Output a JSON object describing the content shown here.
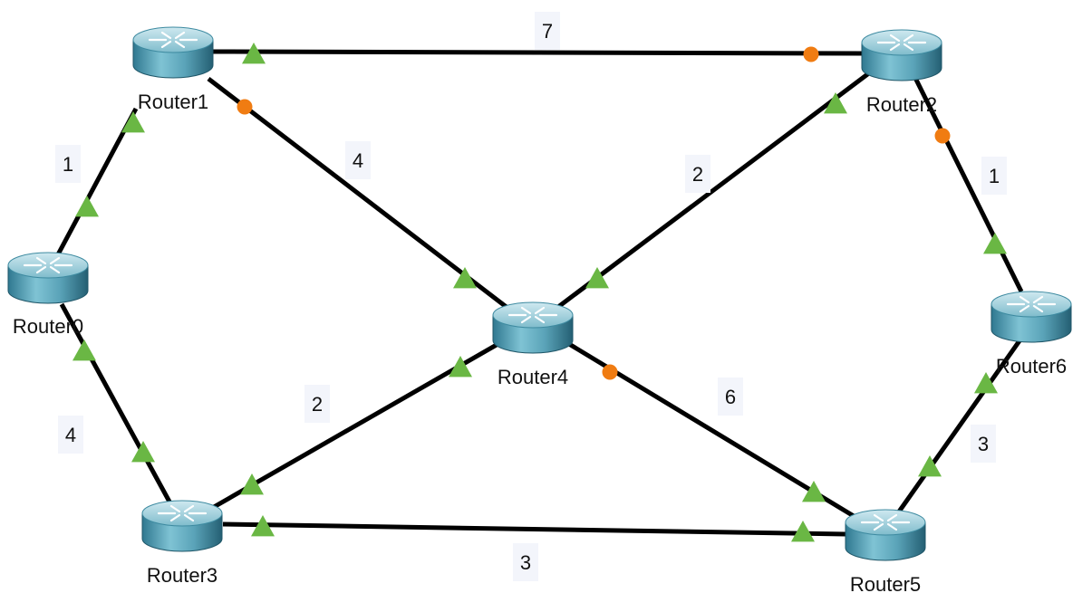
{
  "colors": {
    "link": "#000000",
    "port_up": "#6ab744",
    "port_blocking": "#f07c12",
    "router_body": "#5aa3b8",
    "label_bg": "#f3f5fb"
  },
  "routers": [
    {
      "id": "r0",
      "label": "Router0",
      "icon": "router-icon"
    },
    {
      "id": "r1",
      "label": "Router1",
      "icon": "router-icon"
    },
    {
      "id": "r2",
      "label": "Router2",
      "icon": "router-icon"
    },
    {
      "id": "r3",
      "label": "Router3",
      "icon": "router-icon"
    },
    {
      "id": "r4",
      "label": "Router4",
      "icon": "router-icon"
    },
    {
      "id": "r5",
      "label": "Router5",
      "icon": "router-icon"
    },
    {
      "id": "r6",
      "label": "Router6",
      "icon": "router-icon"
    }
  ],
  "links": [
    {
      "id": "r0-r1",
      "from": "Router0",
      "to": "Router1",
      "cost": "1",
      "from_port": "up",
      "to_port": "up"
    },
    {
      "id": "r1-r2",
      "from": "Router1",
      "to": "Router2",
      "cost": "7",
      "from_port": "up",
      "to_port": "blocking"
    },
    {
      "id": "r1-r4",
      "from": "Router1",
      "to": "Router4",
      "cost": "4",
      "from_port": "blocking",
      "to_port": "up"
    },
    {
      "id": "r2-r4",
      "from": "Router2",
      "to": "Router4",
      "cost": "2",
      "from_port": "up",
      "to_port": "up"
    },
    {
      "id": "r2-r6",
      "from": "Router2",
      "to": "Router6",
      "cost": "1",
      "from_port": "blocking",
      "to_port": "up"
    },
    {
      "id": "r0-r3",
      "from": "Router0",
      "to": "Router3",
      "cost": "4",
      "from_port": "up",
      "to_port": "up"
    },
    {
      "id": "r3-r4",
      "from": "Router3",
      "to": "Router4",
      "cost": "2",
      "from_port": "up",
      "to_port": "up"
    },
    {
      "id": "r4-r5",
      "from": "Router4",
      "to": "Router5",
      "cost": "6",
      "from_port": "blocking",
      "to_port": "up"
    },
    {
      "id": "r3-r5",
      "from": "Router3",
      "to": "Router5",
      "cost": "3",
      "from_port": "up",
      "to_port": "up"
    },
    {
      "id": "r6-r5",
      "from": "Router6",
      "to": "Router5",
      "cost": "3",
      "from_port": "up",
      "to_port": "up"
    }
  ]
}
